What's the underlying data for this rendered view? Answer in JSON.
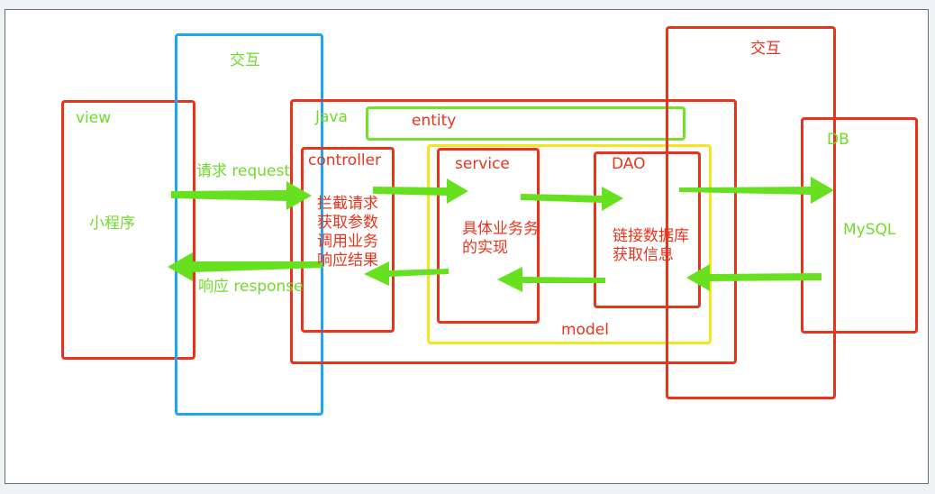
{
  "labels": {
    "interact_left": "交互",
    "interact_right": "交互",
    "view": "view",
    "java": "Java",
    "entity": "entity",
    "db": "DB",
    "mini_program": "小程序",
    "request": "请求 request",
    "response": "响应 response",
    "controller": "controller",
    "controller_desc": "拦截请求\n获取参数\n调用业务\n响应结果",
    "service": "service",
    "service_desc": "具体业务务\n的实现",
    "dao": "DAO",
    "dao_desc": "链接数据库\n获取信息",
    "mysql": "MySQL",
    "model": "model"
  },
  "colors": {
    "red": "#e8341c",
    "green_text": "#6fdc2a",
    "arrow_green": "#66e01f",
    "blue": "#1ea6ef",
    "yellow": "#f5e51e"
  }
}
